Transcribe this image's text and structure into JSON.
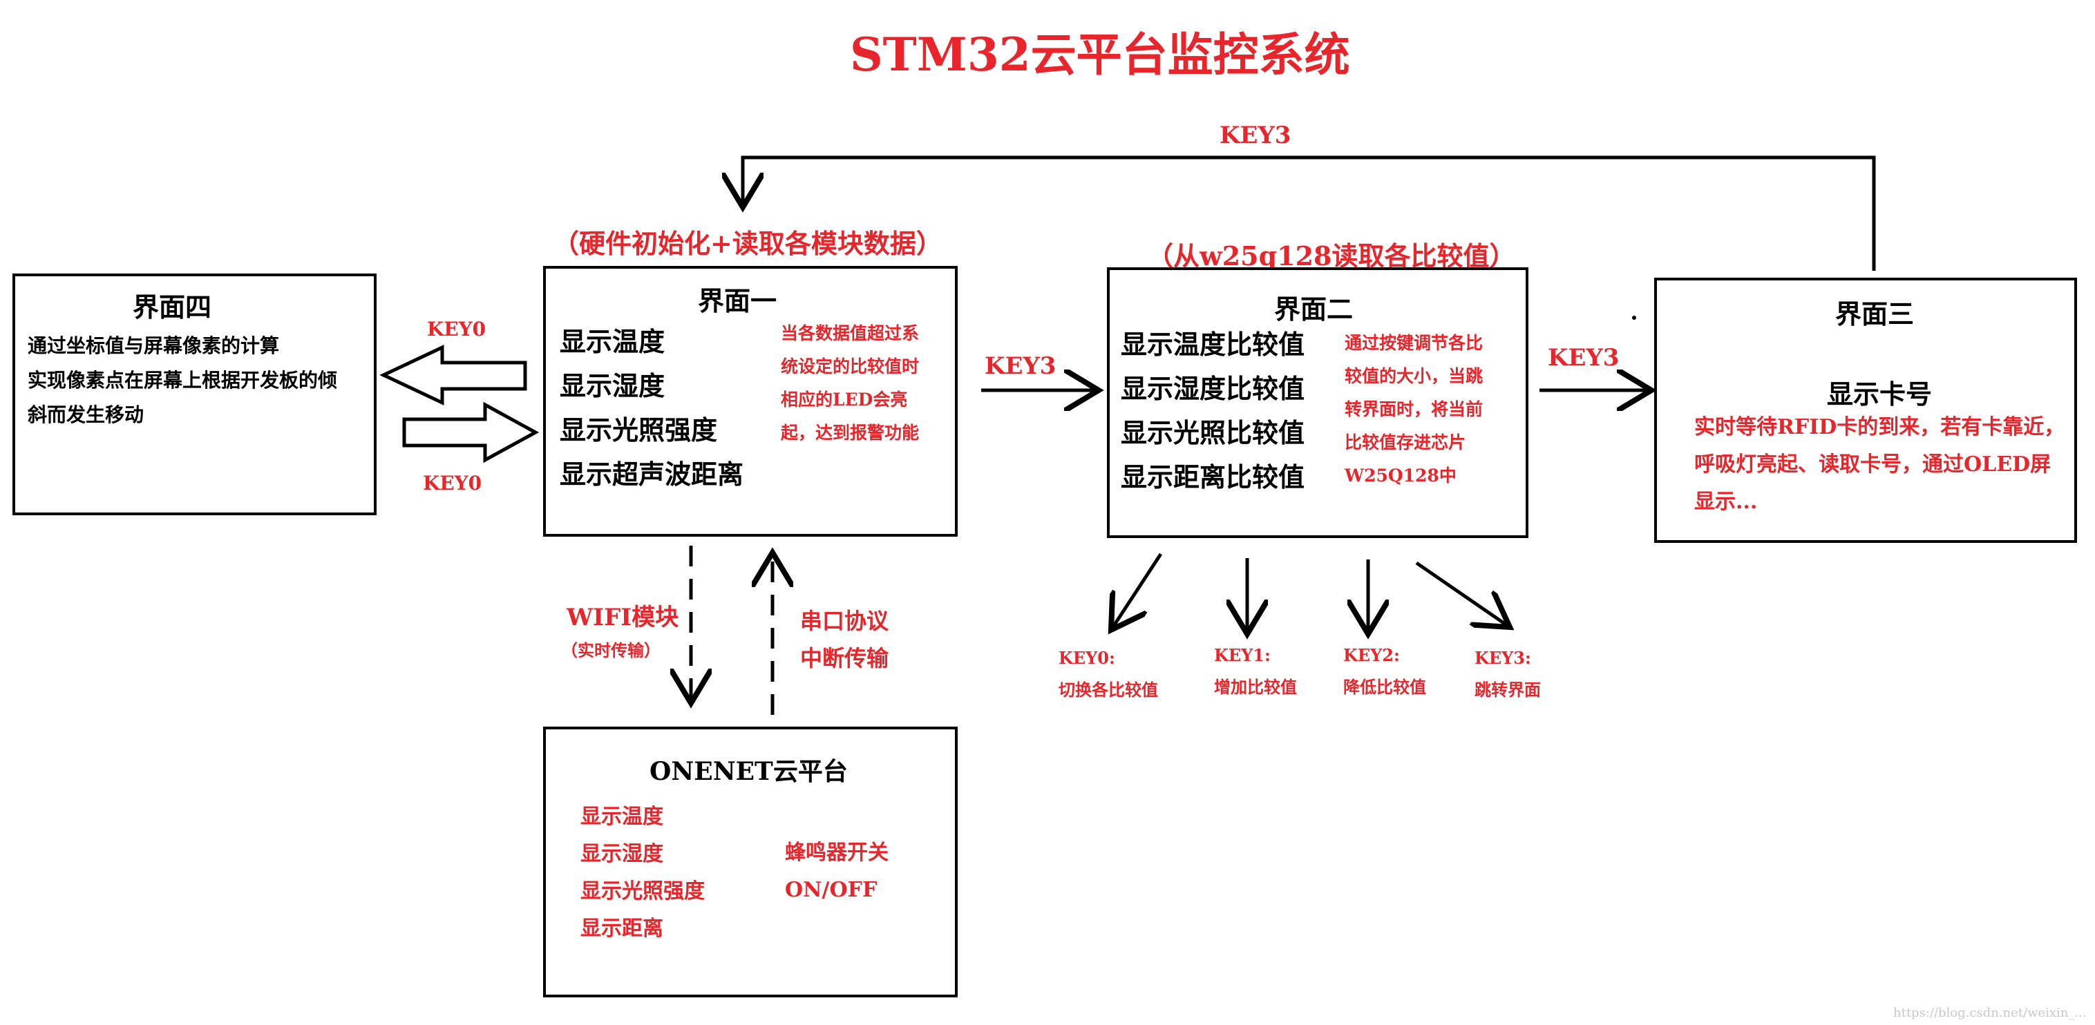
{
  "title": "STM32云平台监控系统",
  "top_key": "KEY3",
  "screen4": {
    "title": "界面四",
    "lines": [
      "通过坐标值与屏幕像素的计算",
      "实现像素点在屏幕上根据开发板的倾",
      "斜而发生移动"
    ],
    "key_top": "KEY0",
    "key_bottom": "KEY0"
  },
  "screen1": {
    "caption": "（硬件初始化+读取各模块数据）",
    "title": "界面一",
    "items": [
      "显示温度",
      "显示湿度",
      "显示光照强度",
      "显示超声波距离"
    ],
    "note": [
      "当各数据值超过系",
      "统设定的比较值时",
      "相应的LED会亮",
      "起，达到报警功能"
    ]
  },
  "link12_key": "KEY3",
  "screen2": {
    "caption": "（从w25q128读取各比较值）",
    "title": "界面二",
    "items": [
      "显示温度比较值",
      "显示湿度比较值",
      "显示光照比较值",
      "显示距离比较值"
    ],
    "note": [
      "通过按键调节各比",
      "较值的大小，当跳",
      "转界面时，将当前",
      "比较值存进芯片",
      "W25Q128中"
    ]
  },
  "link23_key": "KEY3",
  "screen3": {
    "title": "界面三",
    "subtitle": "显示卡号",
    "note": [
      "实时等待RFID卡的到来，若有卡靠近，",
      "呼吸灯亮起、读取卡号，通过OLED屏",
      "显示..."
    ]
  },
  "wifi": {
    "label": "WIFI模块",
    "sub": "（实时传输）"
  },
  "serial": {
    "line1": "串口协议",
    "line2": "中断传输"
  },
  "onenet": {
    "title": "ONENET云平台",
    "items": [
      "显示温度",
      "显示湿度",
      "显示光照强度",
      "显示距离"
    ],
    "switch_label": "蜂鸣器开关",
    "switch_value": "ON/OFF"
  },
  "keys": [
    {
      "name": "KEY0:",
      "desc": "切换各比较值"
    },
    {
      "name": "KEY1:",
      "desc": "增加比较值"
    },
    {
      "name": "KEY2:",
      "desc": "降低比较值"
    },
    {
      "name": "KEY3:",
      "desc": "跳转界面"
    }
  ],
  "watermark": "https://blog.csdn.net/weixin_...",
  "colors": {
    "accent": "#e8252b",
    "line": "#000000"
  }
}
